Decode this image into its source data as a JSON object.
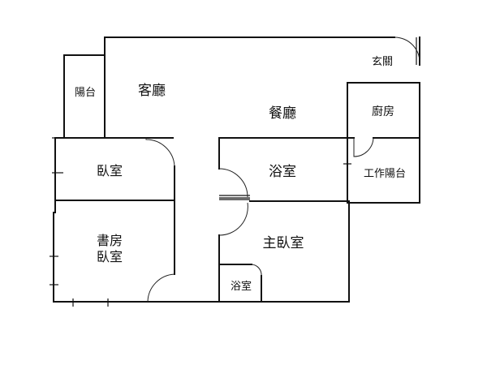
{
  "floorplan": {
    "rooms": [
      {
        "id": "balcony",
        "label": "陽台"
      },
      {
        "id": "living-room",
        "label": "客廳"
      },
      {
        "id": "entrance",
        "label": "玄關"
      },
      {
        "id": "dining-room",
        "label": "餐廳"
      },
      {
        "id": "kitchen",
        "label": "廚房"
      },
      {
        "id": "bedroom",
        "label": "臥室"
      },
      {
        "id": "bathroom",
        "label": "浴室"
      },
      {
        "id": "utility-balcony",
        "label": "工作陽台"
      },
      {
        "id": "study-bedroom",
        "label_line1": "書房",
        "label_line2": "臥室"
      },
      {
        "id": "master-bedroom",
        "label": "主臥室"
      },
      {
        "id": "master-bathroom",
        "label": "浴室"
      }
    ],
    "colors": {
      "wall": "#111111",
      "background": "#ffffff"
    }
  }
}
